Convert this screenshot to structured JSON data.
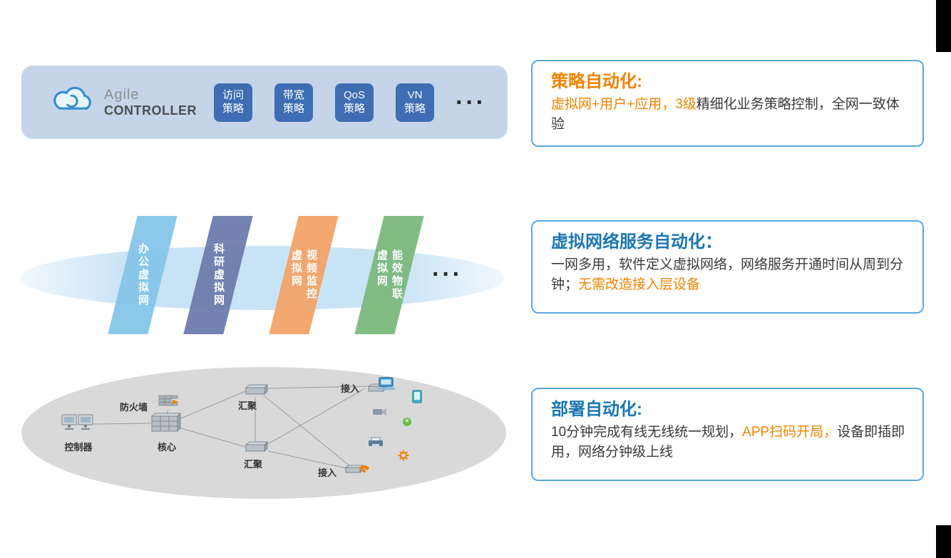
{
  "theme": {
    "accent_orange": "#f08300",
    "accent_blue": "#1b76b2",
    "callout_border": "#58a9dd",
    "banner_bg": "#c5d4e8",
    "policy_tile_bg": "#3e6db3",
    "vn_band_bg": "#c9e3f6",
    "topology_bg": "#d9d9d9"
  },
  "banner": {
    "brand_top": "Agile",
    "brand_bottom": "CONTROLLER",
    "cloud_icon": "cloud-icon",
    "policies": [
      {
        "line1": "访问",
        "line2": "策略"
      },
      {
        "line1": "带宽",
        "line2": "策略"
      },
      {
        "line1": "QoS",
        "line2": "策略"
      },
      {
        "line1": "VN",
        "line2": "策略"
      }
    ],
    "ellipsis": "···"
  },
  "virtual_networks": {
    "ellipsis": "···",
    "planes": [
      {
        "label": "办公虚拟网",
        "color": "#85c6e9"
      },
      {
        "label": "科研虚拟网",
        "color": "#6d7dad"
      },
      {
        "label": "视频监控\n虚拟网",
        "color": "#f3a469"
      },
      {
        "label": "能效物联\n虚拟网",
        "color": "#7cb97d"
      }
    ]
  },
  "topology": {
    "labels": {
      "controller": "控制器",
      "firewall": "防火墙",
      "core": "核心",
      "agg_top": "汇聚",
      "agg_bottom": "汇聚",
      "access_top": "接入",
      "access_bottom": "接入"
    },
    "endpoint_icons": [
      "laptop-icon",
      "tablet-icon",
      "camera-icon",
      "wifi-ap-icon",
      "printer-icon",
      "gear-icon",
      "ip-phone-icon"
    ]
  },
  "callouts": [
    {
      "title": "策略自动化:",
      "segments": [
        {
          "text": "虚拟网+用户+应用，3级",
          "emphasis": true
        },
        {
          "text": "精细化业务策略控制，全网一致体验",
          "emphasis": false
        }
      ]
    },
    {
      "title": "虚拟网络服务自动化：",
      "segments": [
        {
          "text": "一网多用，软件定义虚拟网络，网络服务开通时间从周到分钟；",
          "emphasis": false
        },
        {
          "text": "无需改造接入层设备",
          "emphasis": true
        }
      ]
    },
    {
      "title": "部署自动化:",
      "segments": [
        {
          "text": "10分钟完成有线无线统一规划，",
          "emphasis": false
        },
        {
          "text": "APP扫码开局，",
          "emphasis": true
        },
        {
          "text": "设备即插即用，网络分钟级上线",
          "emphasis": false
        }
      ]
    }
  ]
}
